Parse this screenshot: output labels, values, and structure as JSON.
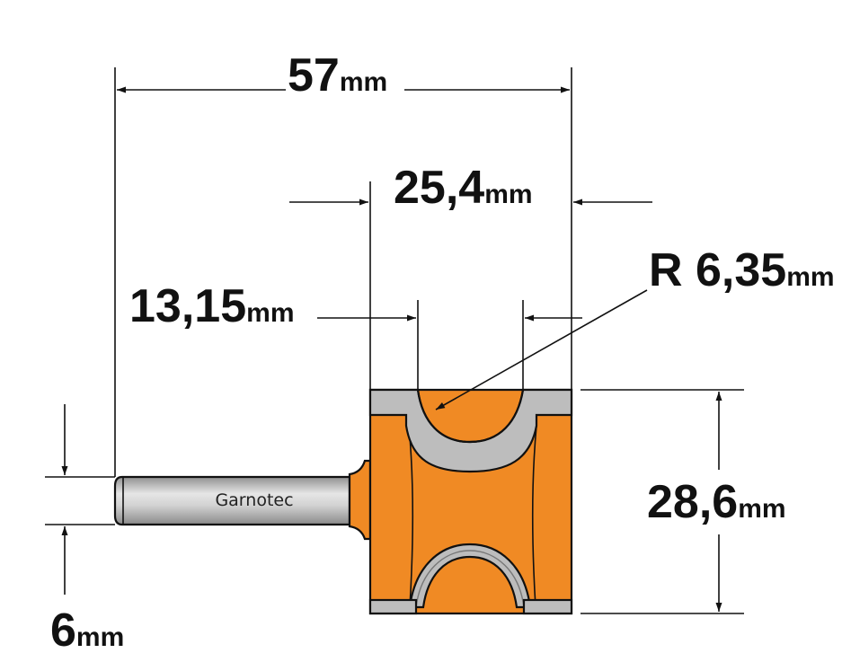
{
  "dimensions": {
    "overall_width": {
      "value": "57",
      "unit": "mm"
    },
    "cutting_width": {
      "value": "25,4",
      "unit": "mm"
    },
    "offset": {
      "value": "13,15",
      "unit": "mm"
    },
    "radius": {
      "value": "R 6,35",
      "unit": "mm"
    },
    "cutting_height": {
      "value": "28,6",
      "unit": "mm"
    },
    "shank_diameter": {
      "value": "6",
      "unit": "mm"
    }
  },
  "shank": {
    "label": "Garnotec"
  },
  "colors": {
    "body_orange": "#f08a24",
    "carbide_grey": "#bdbdbd",
    "shank_grey": "#c8c8c8",
    "line": "#111111"
  }
}
